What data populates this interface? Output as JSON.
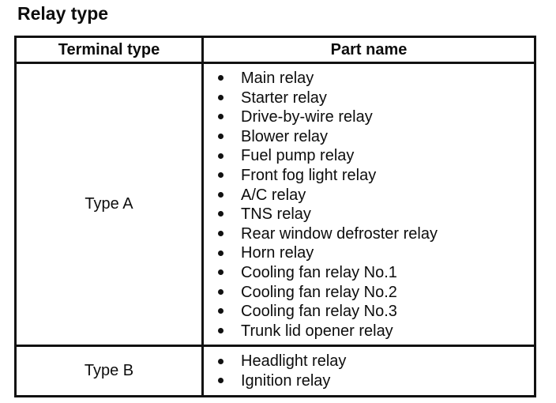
{
  "page_title": "Relay type",
  "table": {
    "headers": [
      "Terminal type",
      "Part name"
    ],
    "rows": [
      {
        "terminal_type": "Type A",
        "part_names": [
          "Main relay",
          "Starter relay",
          "Drive-by-wire relay",
          "Blower relay",
          "Fuel pump relay",
          "Front fog light relay",
          "A/C relay",
          "TNS relay",
          "Rear window defroster relay",
          "Horn relay",
          "Cooling fan relay No.1",
          "Cooling fan relay No.2",
          "Cooling fan relay No.3",
          "Trunk lid opener relay"
        ]
      },
      {
        "terminal_type": "Type B",
        "part_names": [
          "Headlight relay",
          "Ignition relay"
        ]
      }
    ]
  },
  "colors": {
    "text": "#0d0d0d",
    "border": "#111111",
    "background": "#ffffff"
  }
}
